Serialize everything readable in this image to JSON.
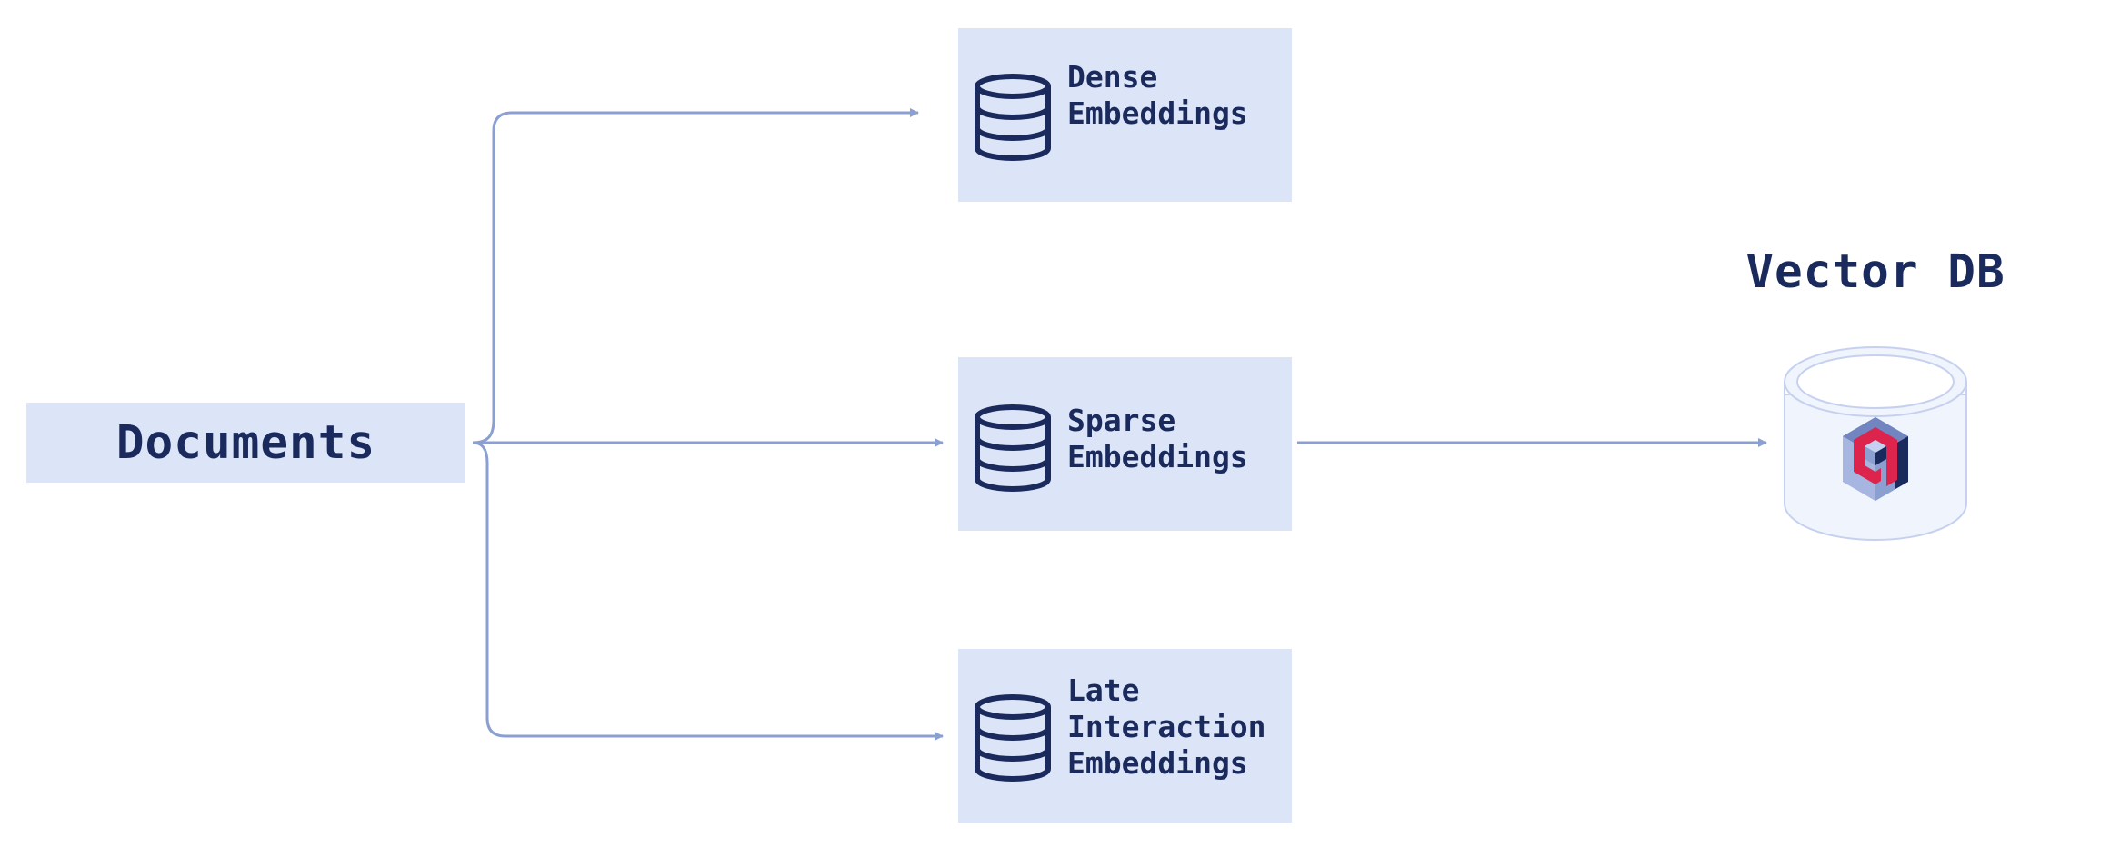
{
  "source": {
    "label": "Documents"
  },
  "embeddings": [
    {
      "id": "dense",
      "label": "Dense\nEmbeddings"
    },
    {
      "id": "sparse",
      "label": "Sparse\nEmbeddings"
    },
    {
      "id": "late",
      "label": "Late\nInteraction\nEmbeddings"
    }
  ],
  "target": {
    "label": "Vector DB",
    "logo": "qdrant-logo-icon"
  },
  "icons": {
    "embedding": "database-icon",
    "target": "cylinder-icon"
  },
  "colors": {
    "box_fill": "#dce5f8",
    "text": "#1b2a5c",
    "connector": "#8b9fd0",
    "logo_red": "#dc244c",
    "logo_dark": "#1b2a5c"
  }
}
